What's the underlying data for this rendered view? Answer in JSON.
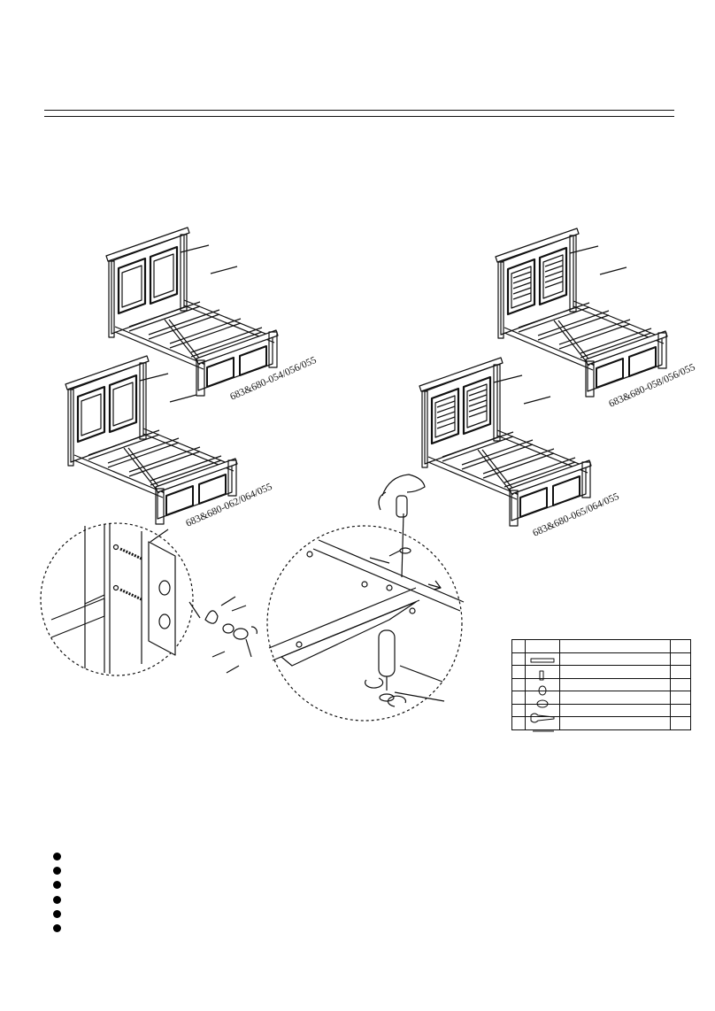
{
  "models": [
    {
      "id": "model-top-left",
      "label": "683&680-054/056/055"
    },
    {
      "id": "model-mid-left",
      "label": "683&680-062/064/055"
    },
    {
      "id": "model-top-right",
      "label": "683&680-058/056/055"
    },
    {
      "id": "model-mid-right",
      "label": "683&680-065/064/055"
    }
  ],
  "parts_table": {
    "header": [
      "",
      "",
      "",
      ""
    ],
    "rows": [
      {
        "icon": "bolt-icon",
        "desc": "",
        "qty": ""
      },
      {
        "icon": "bracket-icon",
        "desc": "",
        "qty": ""
      },
      {
        "icon": "washer-icon",
        "desc": "",
        "qty": ""
      },
      {
        "icon": "nut-icon",
        "desc": "",
        "qty": ""
      },
      {
        "icon": "wrench-icon",
        "desc": "",
        "qty": ""
      },
      {
        "icon": "screw-icon",
        "desc": "",
        "qty": ""
      }
    ]
  },
  "notes_count": 6
}
